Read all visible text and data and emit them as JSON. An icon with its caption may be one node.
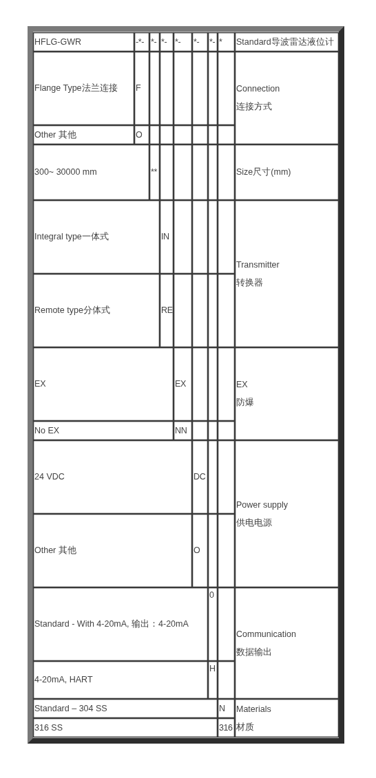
{
  "diagram": {
    "labels": [
      "HFLG-GWR",
      "-*-",
      "*-",
      "*-",
      "*-",
      "*-",
      "*-",
      "*",
      "Standard导波雷达液位计",
      "Flange Type法兰连接",
      "F",
      "Connection",
      "连接方式",
      "Other 其他",
      "O",
      "300~ 30000 mm",
      "**",
      "Size尺寸(mm)",
      "Integral type一体式",
      "IN",
      "Transmitter",
      "转换器",
      "Remote type分体式",
      "RE",
      "EX",
      "EX",
      "EX",
      "防爆",
      "No EX",
      "NN",
      "24 VDC",
      "DC",
      "Power supply",
      "供电电源",
      "Other 其他",
      "O",
      "Standard - With 4-20mA, 输出：4-20mA",
      "0",
      "Communication",
      "数据输出",
      "4-20mA, HART",
      "H",
      "Standard – 304 SS",
      "N",
      "Materials",
      "材质",
      "316 SS",
      "316"
    ]
  }
}
